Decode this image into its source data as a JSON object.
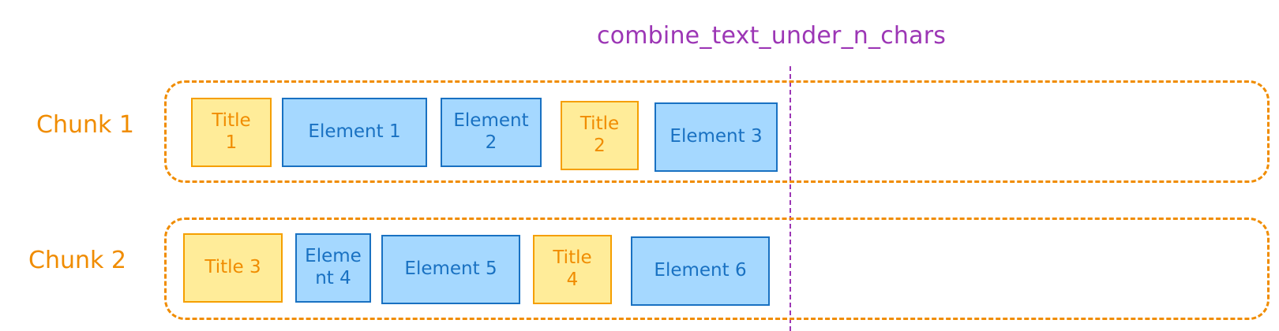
{
  "threshold": {
    "label": "combine_text_under_n_chars",
    "color": "#9c36b5"
  },
  "colors": {
    "chunk": "#f08c00",
    "title_fill": "#ffec99",
    "title_stroke": "#f59f00",
    "element_fill": "#a5d8ff",
    "element_stroke": "#1971c2"
  },
  "chunks": [
    {
      "label": "Chunk 1",
      "items": [
        {
          "kind": "title",
          "lines": [
            "Title",
            "1"
          ]
        },
        {
          "kind": "element",
          "lines": [
            "Element 1"
          ]
        },
        {
          "kind": "element",
          "lines": [
            "Element",
            "2"
          ]
        },
        {
          "kind": "title",
          "lines": [
            "Title",
            "2"
          ]
        },
        {
          "kind": "element",
          "lines": [
            "Element 3"
          ]
        }
      ]
    },
    {
      "label": "Chunk 2",
      "items": [
        {
          "kind": "title",
          "lines": [
            "Title 3"
          ]
        },
        {
          "kind": "element",
          "lines": [
            "Eleme",
            "nt 4"
          ]
        },
        {
          "kind": "element",
          "lines": [
            "Element 5"
          ]
        },
        {
          "kind": "title",
          "lines": [
            "Title",
            "4"
          ]
        },
        {
          "kind": "element",
          "lines": [
            "Element 6"
          ]
        }
      ]
    }
  ]
}
